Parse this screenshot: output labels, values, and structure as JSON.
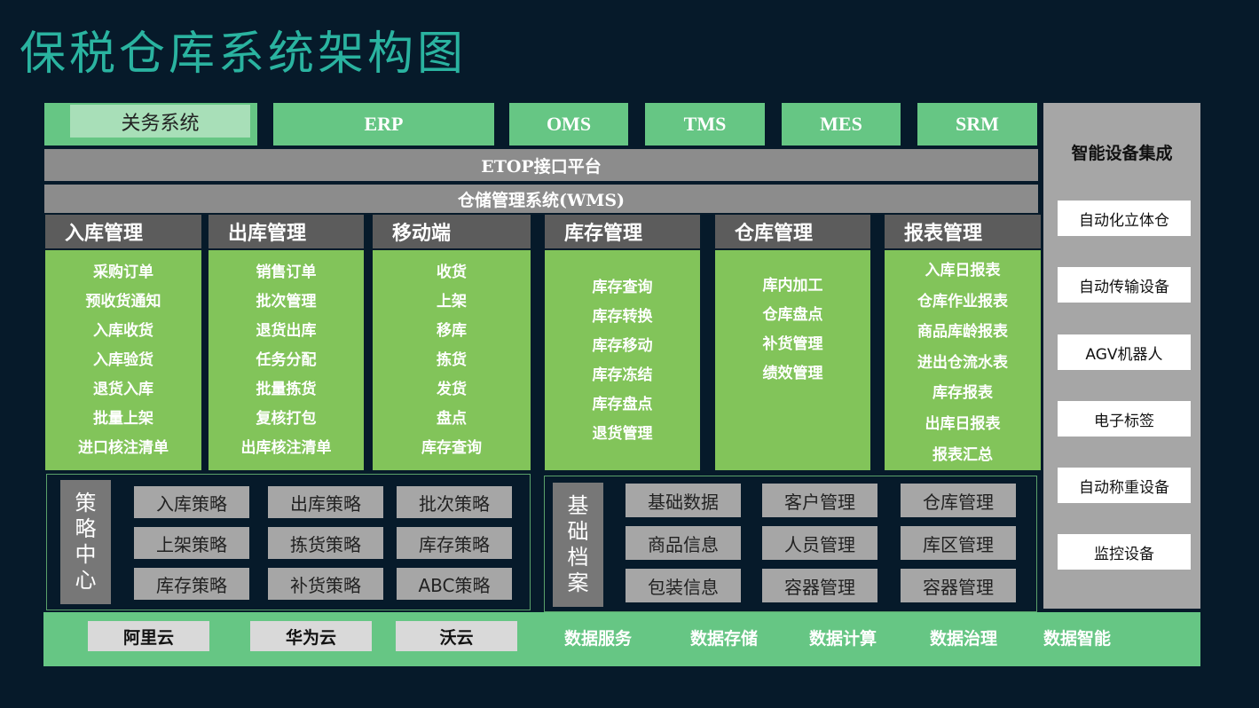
{
  "title": "保税仓库系统架构图",
  "top_systems": {
    "customs": "关务系统",
    "erp": "ERP",
    "oms": "OMS",
    "tms": "TMS",
    "mes": "MES",
    "srm": "SRM"
  },
  "etop": "ETOP接口平台",
  "wms": "仓储管理系统(WMS)",
  "modules": [
    {
      "title": "入库管理",
      "items": [
        "采购订单",
        "预收货通知",
        "入库收货",
        "入库验货",
        "退货入库",
        "批量上架",
        "进口核注清单"
      ]
    },
    {
      "title": "出库管理",
      "items": [
        "销售订单",
        "批次管理",
        "退货出库",
        "任务分配",
        "批量拣货",
        "复核打包",
        "出库核注清单"
      ]
    },
    {
      "title": "移动端",
      "items": [
        "收货",
        "上架",
        "移库",
        "拣货",
        "发货",
        "盘点",
        "库存查询"
      ]
    },
    {
      "title": "库存管理",
      "items": [
        "库存查询",
        "库存转换",
        "库存移动",
        "库存冻结",
        "库存盘点",
        "退货管理"
      ]
    },
    {
      "title": "仓库管理",
      "items": [
        "库内加工",
        "仓库盘点",
        "补货管理",
        "绩效管理"
      ]
    },
    {
      "title": "报表管理",
      "items": [
        "入库日报表",
        "仓库作业报表",
        "商品库龄报表",
        "进出仓流水表",
        "库存报表",
        "出库日报表",
        "报表汇总"
      ]
    }
  ],
  "strategy": {
    "label": [
      "策",
      "略",
      "中",
      "心"
    ],
    "items": [
      "入库策略",
      "出库策略",
      "批次策略",
      "上架策略",
      "拣货策略",
      "库存策略",
      "库存策略",
      "补货策略",
      "ABC策略"
    ]
  },
  "archive": {
    "label": [
      "基",
      "础",
      "档",
      "案"
    ],
    "items": [
      "基础数据",
      "客户管理",
      "仓库管理",
      "商品信息",
      "人员管理",
      "库区管理",
      "包装信息",
      "容器管理",
      "容器管理"
    ]
  },
  "devices": {
    "title": "智能设备集成",
    "items": [
      "自动化立体仓",
      "自动传输设备",
      "AGV机器人",
      "电子标签",
      "自动称重设备",
      "监控设备"
    ]
  },
  "clouds": [
    "阿里云",
    "华为云",
    "沃云"
  ],
  "services": [
    "数据服务",
    "数据存储",
    "数据计算",
    "数据治理",
    "数据智能"
  ],
  "colors": {
    "background": "#061a2a",
    "title": "#2ab3a0",
    "green": "#66c684",
    "module_green": "#82c45a",
    "grey": "#8c8c8c"
  }
}
